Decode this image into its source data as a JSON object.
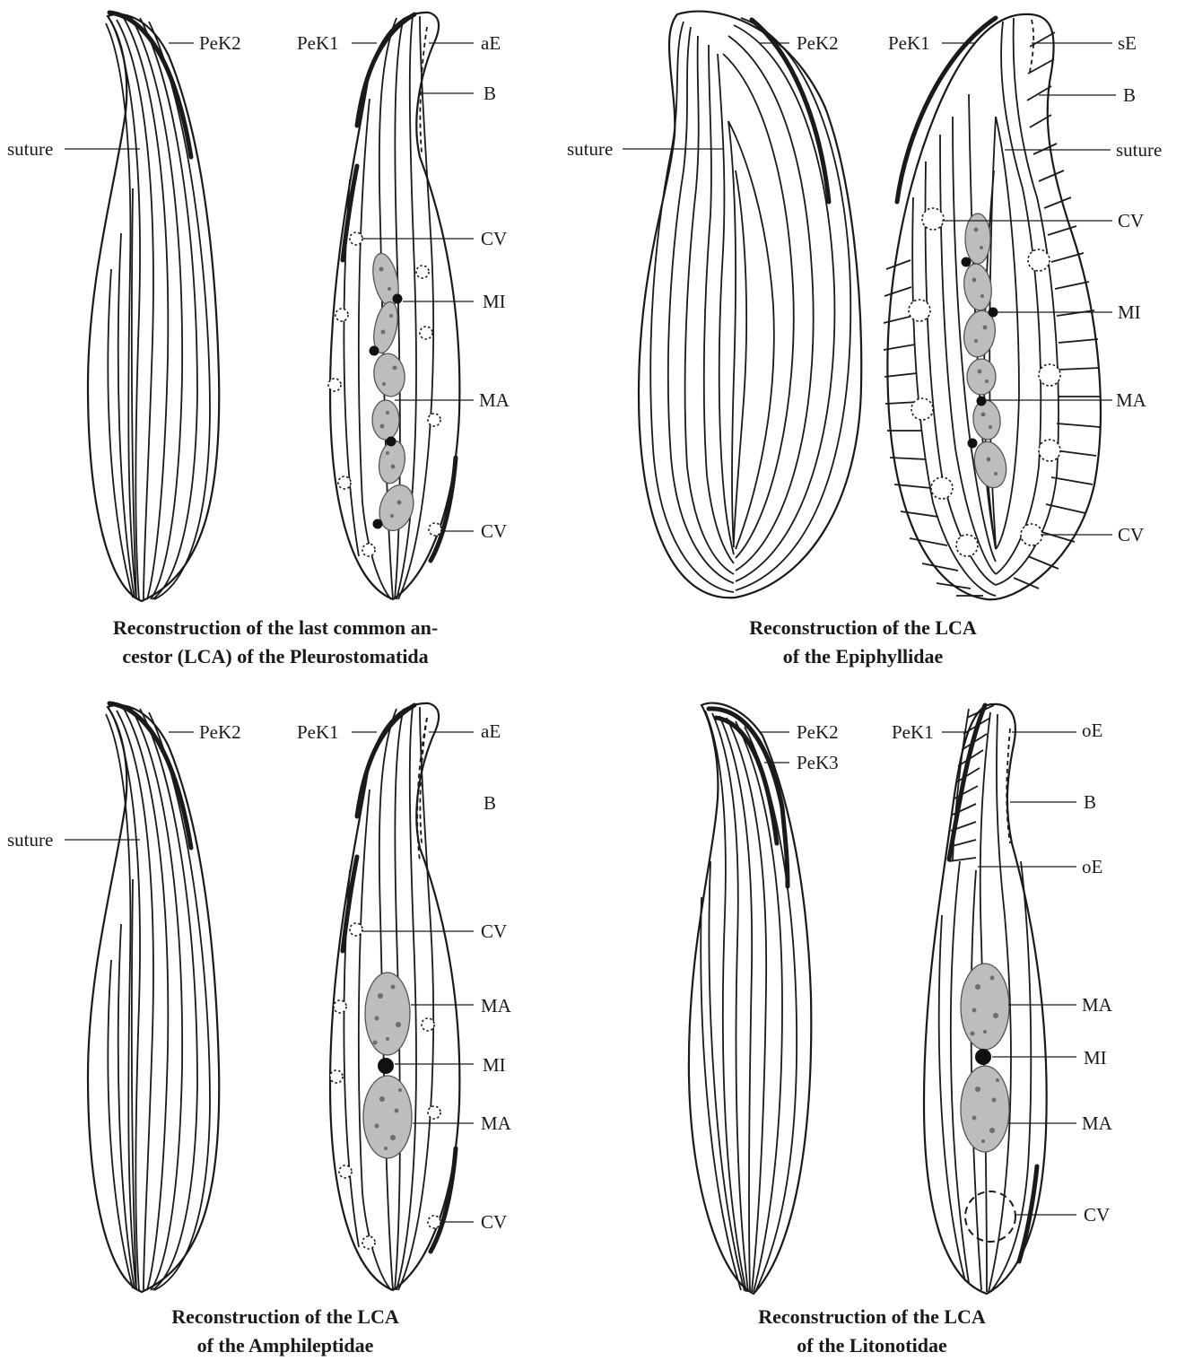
{
  "figure": {
    "panels": [
      {
        "labels": {
          "pek2": "PeK2",
          "suture": "suture",
          "pek1": "PeK1",
          "ae": "aE",
          "b": "B",
          "cv1": "CV",
          "mi": "MI",
          "ma": "MA",
          "cv2": "CV"
        },
        "caption_line1": "Reconstruction of the last common an-",
        "caption_line2": "cestor (LCA)  of  the Pleurostomatida"
      },
      {
        "labels": {
          "pek2": "PeK2",
          "suture_left": "suture",
          "pek1": "PeK1",
          "se": "sE",
          "b": "B",
          "suture_right": "suture",
          "cv1": "CV",
          "mi": "MI",
          "ma": "MA",
          "cv2": "CV"
        },
        "caption_line1": "Reconstruction of the LCA",
        "caption_line2": "of the Epiphyllidae"
      },
      {
        "labels": {
          "pek2": "PeK2",
          "suture": "suture",
          "pek1": "PeK1",
          "ae": "aE",
          "b": "B",
          "cv1": "CV",
          "ma1": "MA",
          "mi": "MI",
          "ma2": "MA",
          "cv2": "CV"
        },
        "caption_line1": "Reconstruction of the LCA",
        "caption_line2": "of the Amphileptidae"
      },
      {
        "labels": {
          "pek2": "PeK2",
          "pek3": "PeK3",
          "pek1": "PeK1",
          "oe1": "oE",
          "b": "B",
          "oe2": "oE",
          "ma1": "MA",
          "mi": "MI",
          "ma2": "MA",
          "cv": "CV"
        },
        "caption_line1": "Reconstruction of the LCA",
        "caption_line2": "of the Litonotidae"
      }
    ]
  }
}
